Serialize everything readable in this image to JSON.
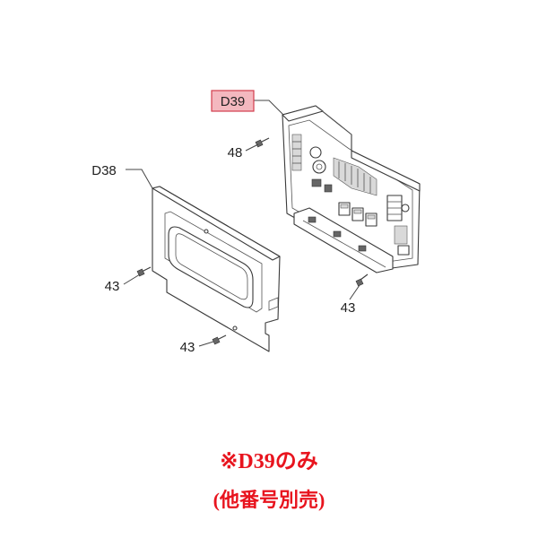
{
  "diagram": {
    "labels": {
      "d39": "D39",
      "d38": "D38",
      "screw_48": "48",
      "screw_43_left": "43",
      "screw_43_right": "43",
      "screw_43_bottom": "43"
    },
    "highlight_color": "#e8141e",
    "notes": {
      "main": "※D39のみ",
      "sub": "(他番号別売)"
    }
  }
}
